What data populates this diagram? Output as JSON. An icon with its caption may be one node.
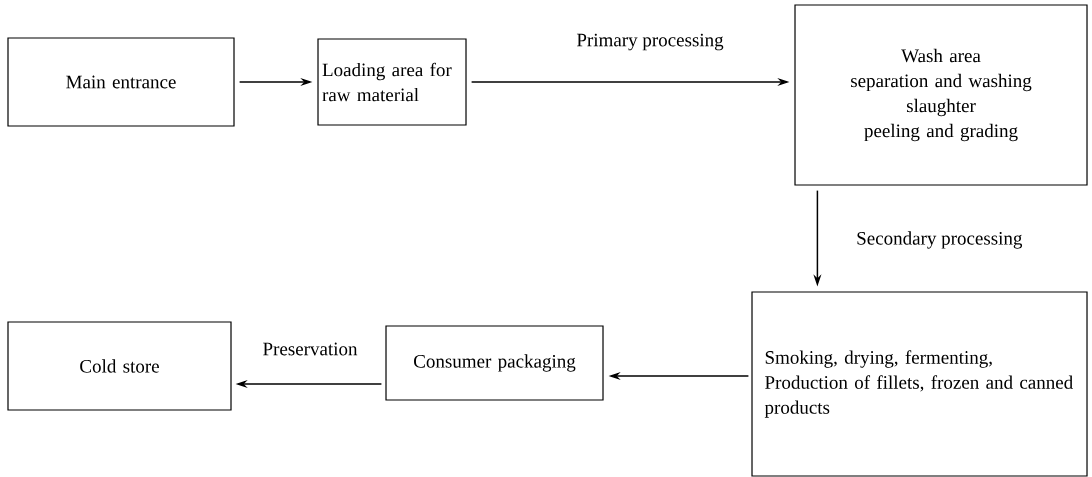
{
  "diagram": {
    "nodes": [
      {
        "text": [
          "Main entrance"
        ]
      },
      {
        "text": [
          "Loading area for raw material"
        ]
      },
      {
        "text": [
          "Wash area",
          "separation and washing",
          "slaughter",
          "peeling and grading"
        ]
      },
      {
        "text": [
          "Smoking,  drying, fermenting, Production of fillets, frozen and canned products"
        ]
      },
      {
        "text": [
          "Consumer packaging"
        ]
      },
      {
        "text": [
          "Cold store"
        ]
      }
    ],
    "edges": [
      {
        "from": 0,
        "to": 1,
        "arrow": "to"
      },
      {
        "from": 1,
        "to": 2,
        "arrow": "to",
        "label": "Primary processing"
      },
      {
        "from": 2,
        "to": 3,
        "arrow": "to",
        "label": "Secondary processing"
      },
      {
        "from": 3,
        "to": 4,
        "arrow": "to"
      },
      {
        "from": 4,
        "to": 5,
        "arrow": "to",
        "label": "Preservation"
      }
    ]
  }
}
